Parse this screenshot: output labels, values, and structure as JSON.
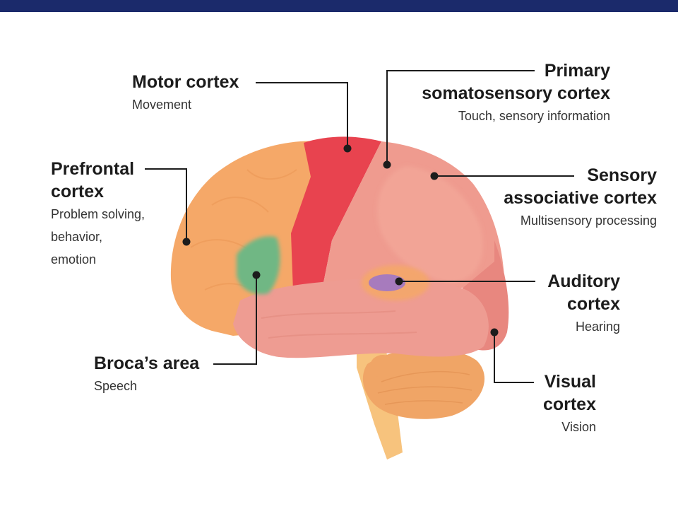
{
  "slide": {
    "top_bar_color": "#1b2a6b",
    "background": "#ffffff"
  },
  "colors": {
    "frontal_orange": "#f5a868",
    "motor_red": "#e8434f",
    "somatosensory_pink": "#ef9b8f",
    "sensory_associative": "#f2a496",
    "temporal_pink": "#ee9c92",
    "visual_pink": "#e8877f",
    "broca_green": "#6fb784",
    "auditory_purple": "#a77bbd",
    "cerebellum_orange": "#f0a566",
    "brainstem_orange": "#f7c37d",
    "leader_line": "#1c1c1c"
  },
  "labels": {
    "motor": {
      "title": "Motor cortex",
      "desc": "Movement"
    },
    "prefrontal": {
      "title_line1": "Prefrontal",
      "title_line2": "cortex",
      "desc_line1": "Problem solving,",
      "desc_line2": "behavior,",
      "desc_line3": "emotion"
    },
    "broca": {
      "title": "Broca’s area",
      "desc": "Speech"
    },
    "somatosensory": {
      "title_line1": "Primary",
      "title_line2": "somatosensory cortex",
      "desc": "Touch, sensory information"
    },
    "sensory_assoc": {
      "title_line1": "Sensory",
      "title_line2": "associative cortex",
      "desc": "Multisensory processing"
    },
    "auditory": {
      "title_line1": "Auditory",
      "title_line2": "cortex",
      "desc": "Hearing"
    },
    "visual": {
      "title_line1": "Visual",
      "title_line2": "cortex",
      "desc": "Vision"
    }
  }
}
